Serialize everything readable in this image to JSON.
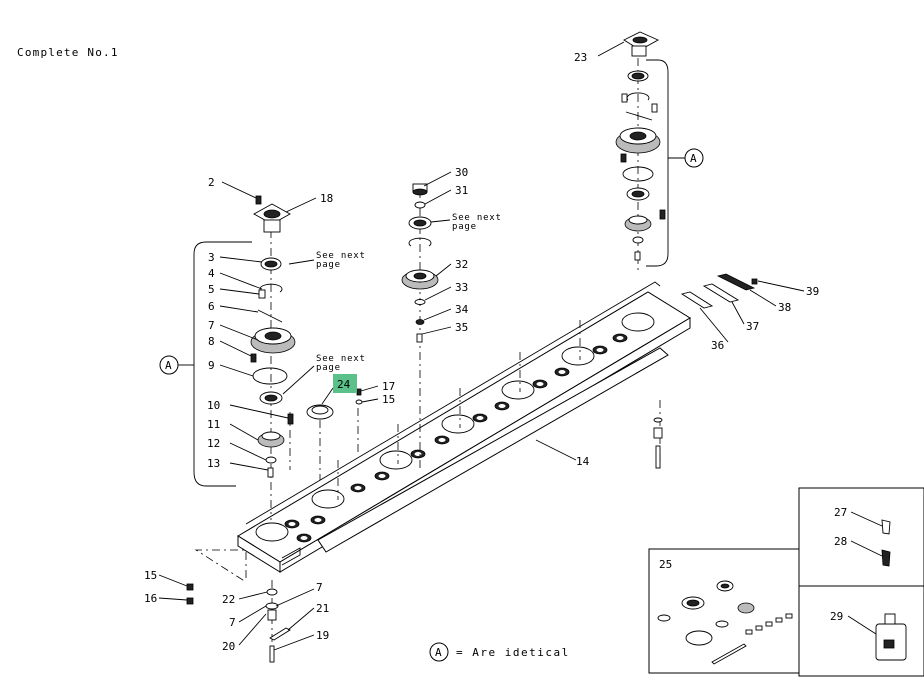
{
  "title": "Complete No.1",
  "legend": {
    "symbol": "A",
    "text": "= Are idetical"
  },
  "see_next_page": [
    "See next",
    "page"
  ],
  "highlight_color": "#5cc08a",
  "callouts": {
    "c2": "2",
    "c3": "3",
    "c4": "4",
    "c5": "5",
    "c6": "6",
    "c7a": "7",
    "c8": "8",
    "c9": "9",
    "c10": "10",
    "c11": "11",
    "c12": "12",
    "c13": "13",
    "c14": "14",
    "c15a": "15",
    "c15b": "15",
    "c16": "16",
    "c17": "17",
    "c18": "18",
    "c19": "19",
    "c20": "20",
    "c21": "21",
    "c22": "22",
    "c7b": "7",
    "c7c": "7",
    "c23": "23",
    "c24": "24",
    "c25": "25",
    "c27": "27",
    "c28": "28",
    "c29": "29",
    "c30": "30",
    "c31": "31",
    "c32": "32",
    "c33": "33",
    "c34": "34",
    "c35": "35",
    "c36": "36",
    "c37": "37",
    "c38": "38",
    "c39": "39",
    "ca1": "A",
    "ca2": "A"
  }
}
